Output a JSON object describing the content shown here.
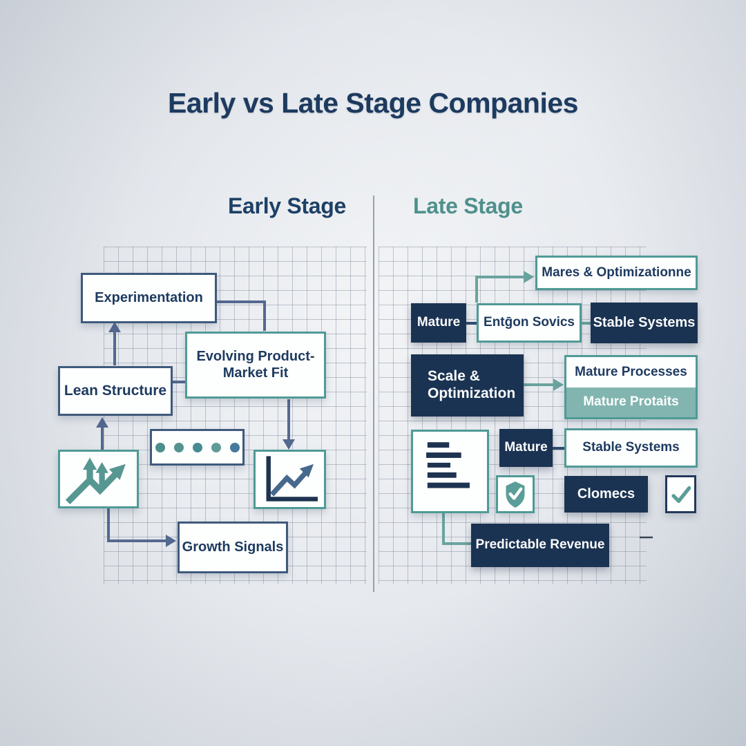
{
  "title": "Early vs Late Stage Companies",
  "early": {
    "header": "Early Stage",
    "experimentation": "Experimentation",
    "evolving_pmf": "Evolving Product-Market Fit",
    "lean_structure": "Lean Structure",
    "growth_signals": "Growth Signals",
    "icons": {
      "dots": "five-dots-icon",
      "diverging": "diverging-growth-arrows-icon",
      "chart": "line-chart-icon"
    }
  },
  "late": {
    "header": "Late Stage",
    "markets_optimization": "Mares & Optimizationne",
    "mature_top": "Mature",
    "entgon_sovics": "Entḡon Sovics",
    "stable_systems_top": "Stable Systems",
    "scale_optimization": "Scale & Optimization",
    "mature_processes": "Mature Processes",
    "mature_protaits": "Mature Protaits",
    "mature_mid": "Mature",
    "stable_systems_mid": "Stable Systems",
    "clomecs": "Clomecs",
    "predictable_revenue": "Predictable Revenue",
    "icons": {
      "bars": "bar-list-icon",
      "shield": "shield-check-icon",
      "check": "checkmark-icon"
    }
  },
  "colors": {
    "navy_box": "#1b3352",
    "navy_border": "#3e5a7c",
    "teal_border": "#4f9a95",
    "teal_fill": "#82b5b0",
    "teal_line": "#6aa39e",
    "slate_line": "#54698f",
    "title_text": "#1d3a5f",
    "late_header_text": "#4f908c",
    "background": "#e6e9ee"
  }
}
